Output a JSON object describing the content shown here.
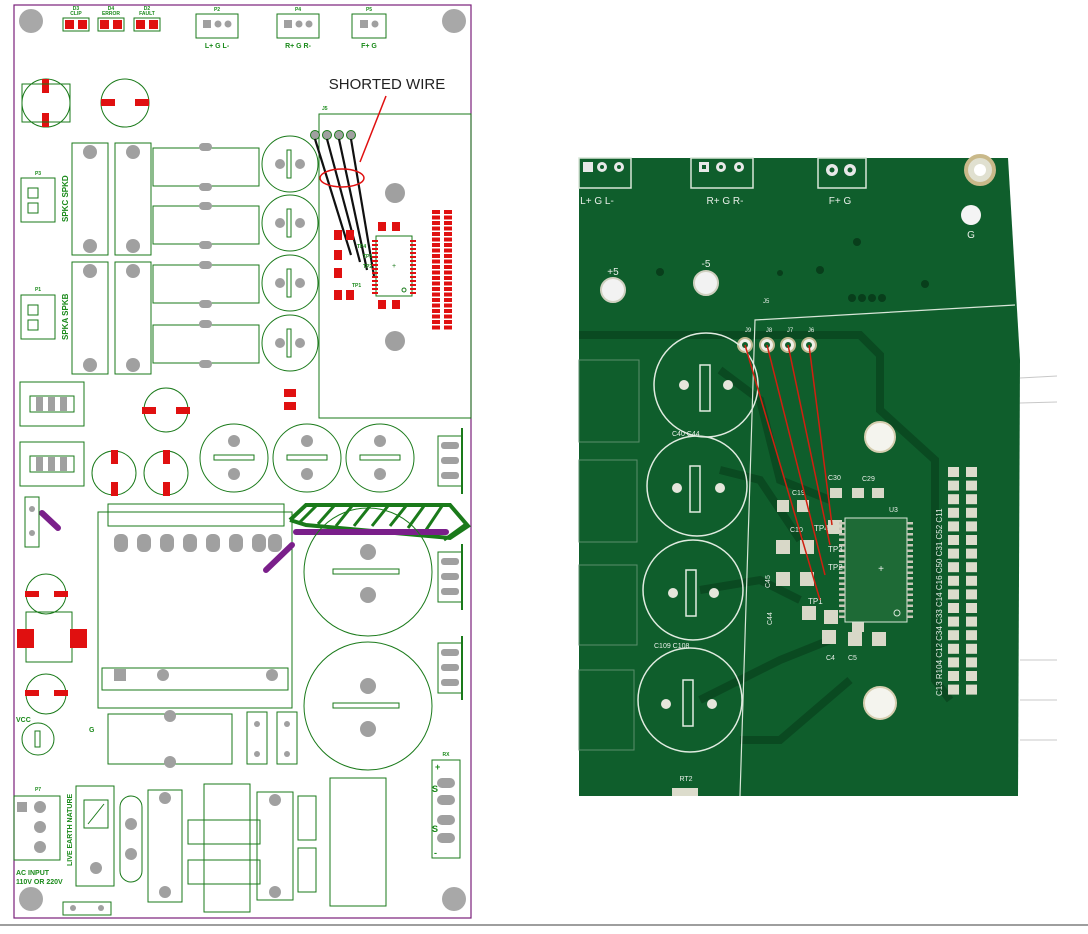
{
  "annotation": {
    "shorted_wire": "SHORTED WIRE"
  },
  "layout_view": {
    "top_leds": [
      "CLIP",
      "ERROR",
      "FAULT"
    ],
    "led_refs": [
      "D3",
      "D4",
      "D2"
    ],
    "top_connectors": [
      {
        "ref": "P2",
        "label": "L+ G L-"
      },
      {
        "ref": "P4",
        "label": "R+ G R-"
      },
      {
        "ref": "P5",
        "label": "F+ G"
      }
    ],
    "speaker_labels": [
      "SPKC SPKD",
      "SPKA SPKB"
    ],
    "speaker_refs": [
      "P3",
      "P1"
    ],
    "tp_labels": [
      "TP4",
      "TP3",
      "TP2",
      "TP1"
    ],
    "ref_j5": "J5",
    "vcc": "VCC",
    "g": "G",
    "ac_input": [
      "AC INPUT",
      "110V OR 220V"
    ],
    "mains_label": "LIVE EARTH NATURE",
    "mains_ref": "P7",
    "rx_ref": "RX",
    "rx_pins": [
      "+",
      "S",
      "S",
      "-"
    ]
  },
  "photo_view": {
    "top_connectors": [
      "L+ G L-",
      "R+ G R-",
      "F+ G"
    ],
    "g_label": "G",
    "pos5": "+5",
    "neg5": "-5",
    "j5": "J5",
    "header_pins": [
      "J9",
      "J8",
      "J7",
      "J6"
    ],
    "caps_left": [
      "C40 C44",
      "C109 C108"
    ],
    "smd_labels": [
      "C30",
      "C29",
      "C19",
      "C10",
      "TP4",
      "TP3",
      "TP2",
      "TP1",
      "C45",
      "C44",
      "C4",
      "C5",
      "U3"
    ],
    "right_col": "C13 R104 C12 C34 C33 C14 C16 C50 C31 C52 C11",
    "rt2": "RT2"
  },
  "colors": {
    "board_outline": "#7a1f7a",
    "copper_green": "#1a7a1a",
    "pad_red": "#e01010",
    "pad_gray": "#a0a0a0",
    "jumper_purple": "#7a1f8a",
    "pcb_green": "#0f5e2c",
    "wire_red": "#d02010"
  }
}
